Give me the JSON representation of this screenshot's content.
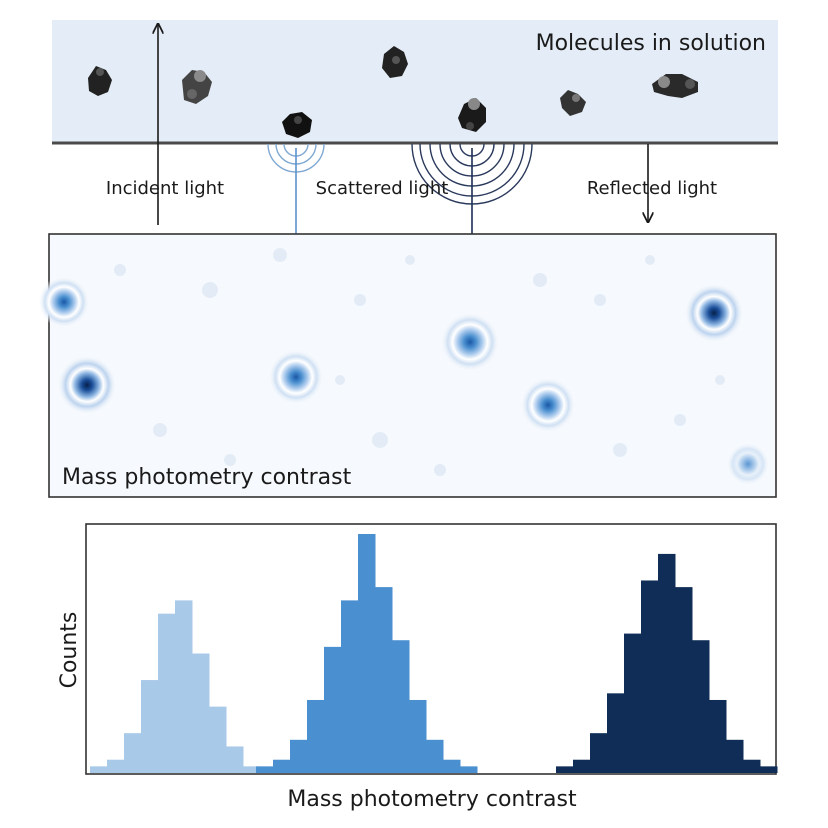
{
  "solution": {
    "label": "Molecules in solution",
    "background": "#e4edf7"
  },
  "light_labels": {
    "incident": "Incident light",
    "scattered": "Scattered light",
    "reflected": "Reflected light"
  },
  "image_panel": {
    "label": "Mass photometry contrast"
  },
  "histogram": {
    "ylabel": "Counts",
    "xlabel": "Mass photometry contrast"
  },
  "colors": {
    "light": "#a9c9e8",
    "medium": "#4a8fcf",
    "dark": "#0f2d57",
    "outline": "#333333"
  },
  "chart_data": {
    "type": "bar",
    "series": [
      {
        "color": "light",
        "values": [
          1,
          2,
          6,
          14,
          24,
          26,
          18,
          10,
          4,
          1
        ]
      },
      {
        "color": "medium",
        "values": [
          1,
          2,
          5,
          11,
          19,
          26,
          36,
          28,
          20,
          11,
          5,
          2,
          1
        ]
      },
      {
        "color": "dark",
        "values": [
          1,
          2,
          6,
          12,
          21,
          29,
          33,
          28,
          20,
          11,
          5,
          2,
          1
        ]
      }
    ]
  }
}
